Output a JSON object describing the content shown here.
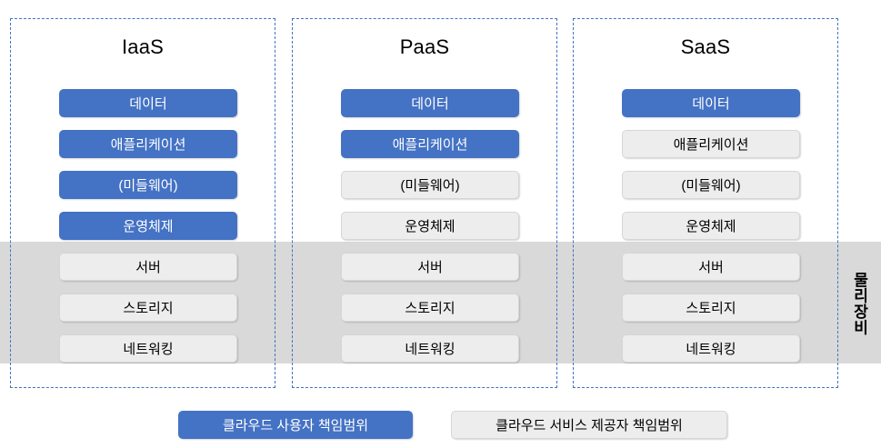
{
  "diagram": {
    "title_visible": false,
    "colors": {
      "user_responsibility": "#4472C4",
      "provider_responsibility": "#EDEDED",
      "physical_band": "#D9D9D9",
      "dashed_border": "#4472C4"
    },
    "physical_equipment_label": "물리장비",
    "columns": [
      {
        "id": "iaas",
        "title": "IaaS",
        "layers": [
          {
            "label": "데이터",
            "owner": "user"
          },
          {
            "label": "애플리케이션",
            "owner": "user"
          },
          {
            "label": "(미들웨어)",
            "owner": "user"
          },
          {
            "label": "운영체제",
            "owner": "user"
          },
          {
            "label": "서버",
            "owner": "provider"
          },
          {
            "label": "스토리지",
            "owner": "provider"
          },
          {
            "label": "네트워킹",
            "owner": "provider"
          }
        ]
      },
      {
        "id": "paas",
        "title": "PaaS",
        "layers": [
          {
            "label": "데이터",
            "owner": "user"
          },
          {
            "label": "애플리케이션",
            "owner": "user"
          },
          {
            "label": "(미들웨어)",
            "owner": "provider"
          },
          {
            "label": "운영체제",
            "owner": "provider"
          },
          {
            "label": "서버",
            "owner": "provider"
          },
          {
            "label": "스토리지",
            "owner": "provider"
          },
          {
            "label": "네트워킹",
            "owner": "provider"
          }
        ]
      },
      {
        "id": "saas",
        "title": "SaaS",
        "layers": [
          {
            "label": "데이터",
            "owner": "user"
          },
          {
            "label": "애플리케이션",
            "owner": "provider"
          },
          {
            "label": "(미들웨어)",
            "owner": "provider"
          },
          {
            "label": "운영체제",
            "owner": "provider"
          },
          {
            "label": "서버",
            "owner": "provider"
          },
          {
            "label": "스토리지",
            "owner": "provider"
          },
          {
            "label": "네트워킹",
            "owner": "provider"
          }
        ]
      }
    ],
    "legend": [
      {
        "label": "클라우드 사용자 책임범위",
        "owner": "user"
      },
      {
        "label": "클라우드 서비스 제공자 책임범위",
        "owner": "provider"
      }
    ]
  }
}
